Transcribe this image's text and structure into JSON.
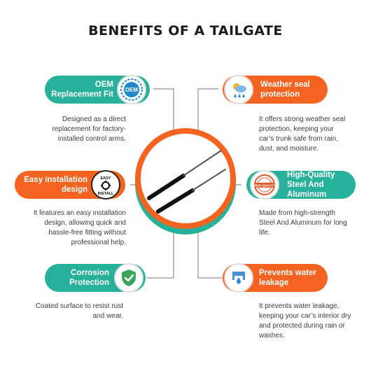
{
  "title": "BENEFITS OF A TAILGATE",
  "colors": {
    "teal": "#27b19a",
    "orange": "#f4631f",
    "text": "#333333"
  },
  "benefits": [
    {
      "label": "OEM Replacement Fit",
      "icon": "oem-badge-icon",
      "icon_text": "OEM",
      "description": "Designed as a direct replacement for factory-installed control arms."
    },
    {
      "label": "Weather seal protection",
      "icon": "weather-icon",
      "description": "It offers strong weather seal protection, keeping your car’s trunk safe from rain, dust, and moisture."
    },
    {
      "label": "Easy installation design",
      "icon": "easy-install-icon",
      "icon_text_top": "EASY",
      "icon_text_bottom": "INSTALL",
      "description": "It features an easy installation design, allowing quick and hassle-free fitting without professional help."
    },
    {
      "label": "High-Quality Steel And Aluminum",
      "icon": "high-quality-stamp-icon",
      "icon_text": "HIGH QUALITY",
      "description": "Made from high-strength Steel And Aluminum for long life."
    },
    {
      "label": "Corrosion Protection",
      "icon": "shield-check-icon",
      "description": "Coated surface to resist rust and wear."
    },
    {
      "label": "Prevents water leakage",
      "icon": "water-drop-icon",
      "description": "It prevents water leakage, keeping your car’s interior dry and protected during rain or washes."
    }
  ]
}
